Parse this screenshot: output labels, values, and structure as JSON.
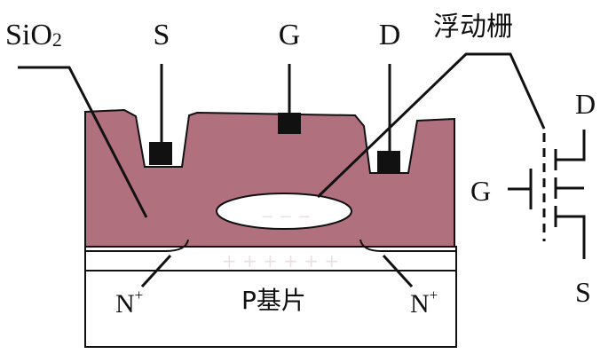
{
  "labels": {
    "oxide": "SiO",
    "oxide_sub": "2",
    "source": "S",
    "gate": "G",
    "drain": "D",
    "floating_gate": "浮动栅",
    "substrate": "P基片",
    "n_plus": "N",
    "plus_sup": "+",
    "negative_charge": "− − −",
    "positive_charge": "+ + + + + +"
  },
  "symbol": {
    "gate": "G",
    "drain": "D",
    "source": "S"
  },
  "colors": {
    "oxide_fill": "#b0707e",
    "outline": "#111111",
    "contact": "#111111",
    "floating_gate_fill": "#ffffff",
    "substrate_fill": "#ffffff"
  }
}
